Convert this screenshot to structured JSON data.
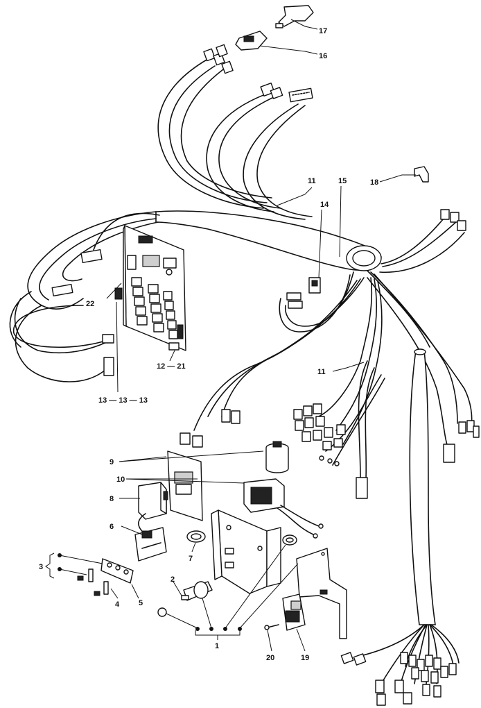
{
  "labels": {
    "p1": "1",
    "p2": "2",
    "p3": "3",
    "p4": "4",
    "p5": "5",
    "p6": "6",
    "p7": "7",
    "p8": "8",
    "p9": "9",
    "p10": "10",
    "p11a": "11",
    "p11b": "11",
    "p12": "12 — 21",
    "p13": "13 — 13 — 13",
    "p14": "14",
    "p15": "15",
    "p16": "16",
    "p17": "17",
    "p18": "18",
    "p19": "19",
    "p20": "20",
    "p22": "22"
  }
}
